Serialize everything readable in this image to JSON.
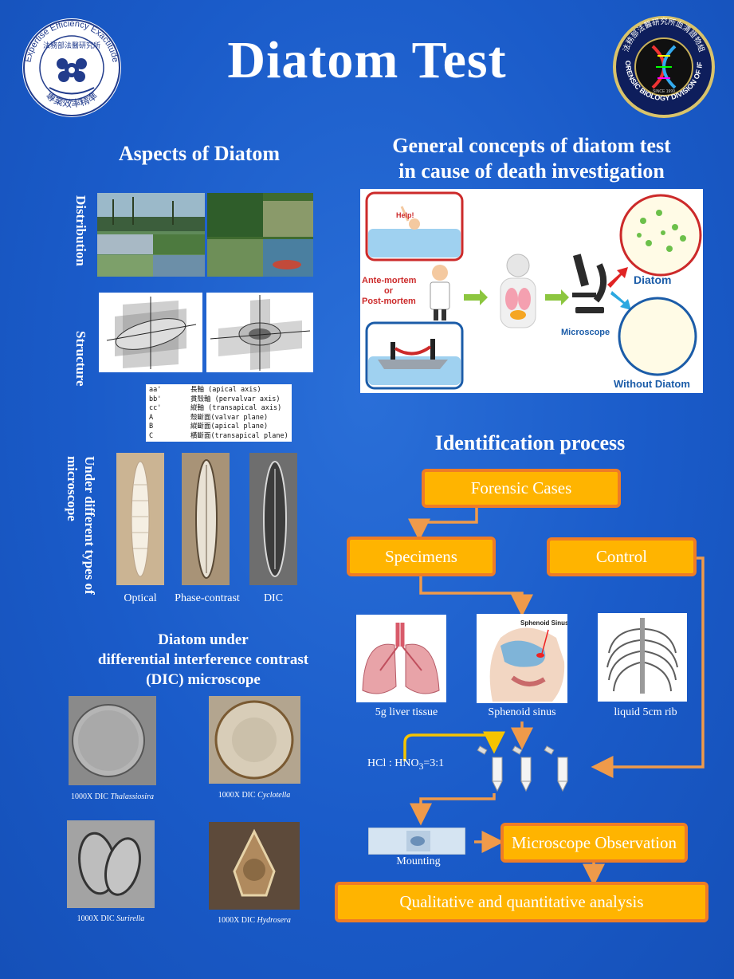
{
  "header": {
    "title": "Diatom Test",
    "left_logo_top_text": "Expertise Efficiency Exactitude",
    "left_logo_inner_text": "法務部法醫研究所",
    "left_logo_bottom_text": "專業效率精準",
    "right_logo_ring_text": "FORENSIC BIOLOGY DIVISION OF IFM",
    "right_logo_top_text": "法務部法醫研究所血清證物組",
    "right_logo_since": "SINCE 1999"
  },
  "aspects": {
    "title": "Aspects of Diatom",
    "distribution_label": "Distribution",
    "structure_label": "Structure",
    "microscope_label_line1": "Under different types of",
    "microscope_label_line2": "microscope",
    "legend": [
      {
        "key": "aa'",
        "desc": "長軸 (apical axis)"
      },
      {
        "key": "bb'",
        "desc": "貫殼軸 (pervalvar axis)"
      },
      {
        "key": "cc'",
        "desc": "縱軸 (transapical axis)"
      },
      {
        "key": "A",
        "desc": "殼斷面(valvar plane)"
      },
      {
        "key": "B",
        "desc": "縱斷面(apical plane)"
      },
      {
        "key": "C",
        "desc": "橫斷面(transapical plane)"
      }
    ],
    "microscope_types": [
      "Optical",
      "Phase-contrast",
      "DIC"
    ]
  },
  "dic": {
    "title_line1": "Diatom under",
    "title_line2": "differential interference contrast",
    "title_line3": "(DIC) microscope",
    "captions": [
      {
        "prefix": "1000X DIC ",
        "species": "Thalassiosira"
      },
      {
        "prefix": "1000X DIC ",
        "species": "Cyclotella"
      },
      {
        "prefix": "1000X DIC ",
        "species": "Surirella"
      },
      {
        "prefix": "1000X DIC ",
        "species": "Hydrosera"
      }
    ]
  },
  "concepts": {
    "title_line1": "General concepts of diatom test",
    "title_line2": "in cause of death investigation",
    "help_text": "Help!",
    "ante_line1": "Ante-mortem",
    "ante_line2": "or",
    "ante_line3": "Post-mortem",
    "microscope_label": "Microscope",
    "diatom_label": "Diatom",
    "without_label": "Without Diatom"
  },
  "identification": {
    "title": "Identification process",
    "forensic_cases": "Forensic Cases",
    "specimens": "Specimens",
    "control": "Control",
    "sample_captions": [
      "5g liver tissue",
      "Sphenoid sinus",
      "liquid 5cm rib"
    ],
    "sphenoid_callout": "Sphenoid Sinus",
    "hcl_a": "HCl : HNO",
    "hcl_sub": "3",
    "hcl_b": "=3:1",
    "mounting": "Mounting",
    "observation": "Microscope Observation",
    "analysis": "Qualitative and quantitative analysis"
  },
  "colors": {
    "background": "#1a5bc9",
    "box_fill": "#ffb400",
    "box_border": "#ef7c25",
    "arrow": "#ef9a4a",
    "concept_red": "#cc2a2a",
    "concept_blue": "#1b5ca8"
  }
}
